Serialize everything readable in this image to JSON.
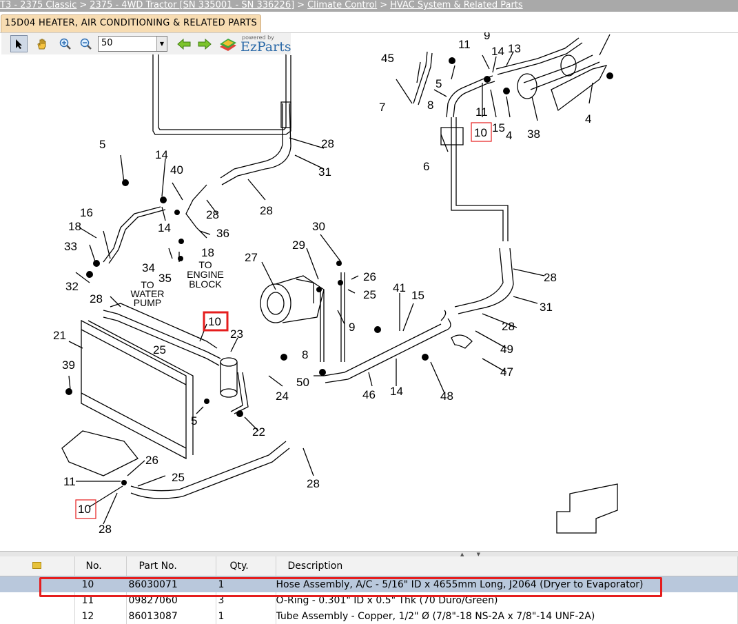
{
  "breadcrumb": [
    {
      "label": "T3 - 2375 Classic"
    },
    {
      "label": "2375 - 4WD Tractor [SN 335001 - SN 336226]"
    },
    {
      "label": "Climate Control"
    },
    {
      "label": "HVAC System & Related Parts"
    }
  ],
  "breadcrumb_separator": ">",
  "tab": {
    "title": "15D04 HEATER, AIR CONDITIONING & RELATED PARTS"
  },
  "toolbar": {
    "zoom_value": "50",
    "brand_powered": "powered by",
    "brand_name": "EzParts",
    "icons": [
      "pointer-icon",
      "pan-hand-icon",
      "zoom-in-icon",
      "zoom-out-icon",
      "back-arrow-icon",
      "forward-arrow-icon",
      "ezparts-logo-icon"
    ]
  },
  "diagram": {
    "callouts": [
      "45",
      "9",
      "11",
      "14",
      "13",
      "5",
      "7",
      "8",
      "11",
      "10",
      "15",
      "4",
      "38",
      "4",
      "6",
      "5",
      "14",
      "28",
      "31",
      "40",
      "28",
      "16",
      "18",
      "14",
      "36",
      "33",
      "18",
      "34",
      "35",
      "32",
      "28",
      "30",
      "29",
      "27",
      "26",
      "25",
      "9",
      "28",
      "31",
      "41",
      "15",
      "28",
      "49",
      "47",
      "21",
      "10",
      "23",
      "25",
      "39",
      "8",
      "50",
      "24",
      "46",
      "14",
      "48",
      "5",
      "22",
      "28",
      "26",
      "11",
      "25",
      "10",
      "28"
    ],
    "label_water_pump": [
      "TO",
      "WATER",
      "PUMP"
    ],
    "label_engine_block": [
      "TO",
      "ENGINE",
      "BLOCK"
    ],
    "colors": {
      "highlight": "#e51d1d",
      "line": "#000000"
    }
  },
  "parts_table": {
    "columns": [
      "",
      "No.",
      "Part No.",
      "Qty.",
      "Description"
    ],
    "rows": [
      {
        "no": "10",
        "part_no": "86030071",
        "qty": "1",
        "description": "Hose Assembly, A/C - 5/16\" ID x 4655mm Long, J2064 (Dryer to Evaporator)",
        "selected": true
      },
      {
        "no": "11",
        "part_no": "09827060",
        "qty": "3",
        "description": "O-Ring - 0.301\" ID x 0.5\" Thk (70 Duro/Green)",
        "selected": false
      },
      {
        "no": "12",
        "part_no": "86013087",
        "qty": "1",
        "description": "Tube Assembly - Copper, 1/2\" Ø (7/8\"-18 NS-2A x 7/8\"-14 UNF-2A)",
        "selected": false
      }
    ],
    "selected_color": "#b9c8dc",
    "selection_outline_color": "#e51d1d"
  }
}
